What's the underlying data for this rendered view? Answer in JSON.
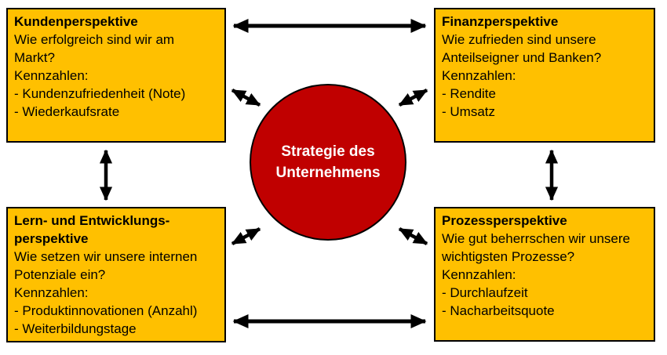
{
  "colors": {
    "box_fill": "#FFC000",
    "box_border": "#000000",
    "circle_fill": "#C00000",
    "circle_border": "#000000",
    "arrow": "#000000",
    "background": "#FFFFFF"
  },
  "circle": {
    "text_color": "#FFFFFF",
    "lines": [
      "Strategie des",
      "Unternehmens"
    ]
  },
  "boxes": [
    {
      "title_lines": [
        "Kundenperspektive"
      ],
      "lines": [
        "Wie erfolgreich sind wir am",
        "Markt?",
        "Kennzahlen:",
        "- Kundenzufriedenheit (Note)",
        "- Wiederkaufsrate"
      ]
    },
    {
      "title_lines": [
        "Finanzperspektive"
      ],
      "lines": [
        "Wie zufrieden sind unsere",
        "Anteilseigner und Banken?",
        "Kennzahlen:",
        "- Rendite",
        "- Umsatz"
      ]
    },
    {
      "title_lines": [
        "Lern- und Entwicklungs-",
        "perspektive"
      ],
      "lines": [
        "Wie setzen wir unsere internen",
        "Potenziale ein?",
        "Kennzahlen:",
        "- Produktinnovationen (Anzahl)",
        "- Weiterbildungstage"
      ]
    },
    {
      "title_lines": [
        "Prozessperspektive"
      ],
      "lines": [
        "Wie gut beherrschen wir unsere",
        "wichtigsten Prozesse?",
        "Kennzahlen:",
        "- Durchlaufzeit",
        "- Nacharbeitsquote"
      ]
    }
  ]
}
